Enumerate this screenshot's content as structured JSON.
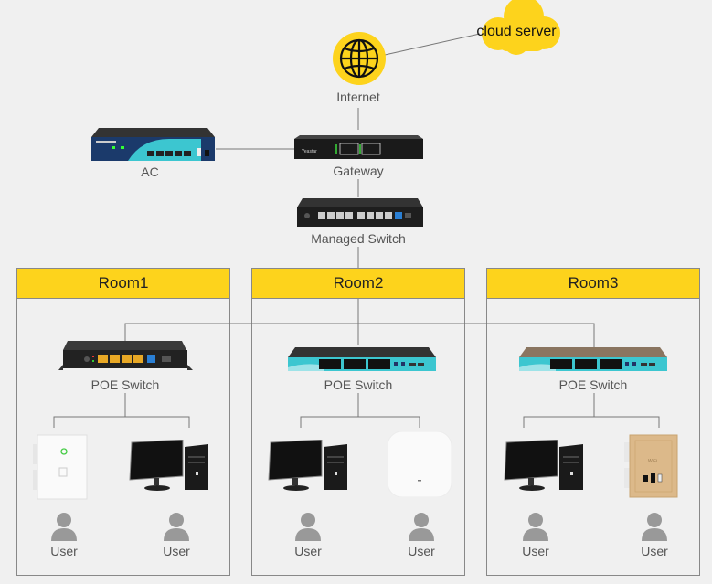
{
  "cloud": {
    "label": "cloud server",
    "color": "#fdd31c"
  },
  "internet": {
    "label": "Internet",
    "icon": "globe-icon",
    "color": "#fdd31c"
  },
  "ac": {
    "label": "AC"
  },
  "gateway": {
    "label": "Gateway"
  },
  "managed_switch": {
    "label": "Managed Switch"
  },
  "rooms": [
    {
      "title": "Room1",
      "switch_label": "POE Switch",
      "devices": [
        "wall-panel-ap",
        "desktop-pc"
      ],
      "users": [
        "User",
        "User"
      ]
    },
    {
      "title": "Room2",
      "switch_label": "POE Switch",
      "devices": [
        "desktop-pc",
        "ceiling-ap"
      ],
      "users": [
        "User",
        "User"
      ]
    },
    {
      "title": "Room3",
      "switch_label": "POE Switch",
      "devices": [
        "desktop-pc",
        "gold-wall-ap"
      ],
      "users": [
        "User",
        "User"
      ]
    }
  ],
  "colors": {
    "accent": "#fdd31c",
    "line": "#777777",
    "background": "#f0f0f0",
    "user_icon": "#999999"
  }
}
